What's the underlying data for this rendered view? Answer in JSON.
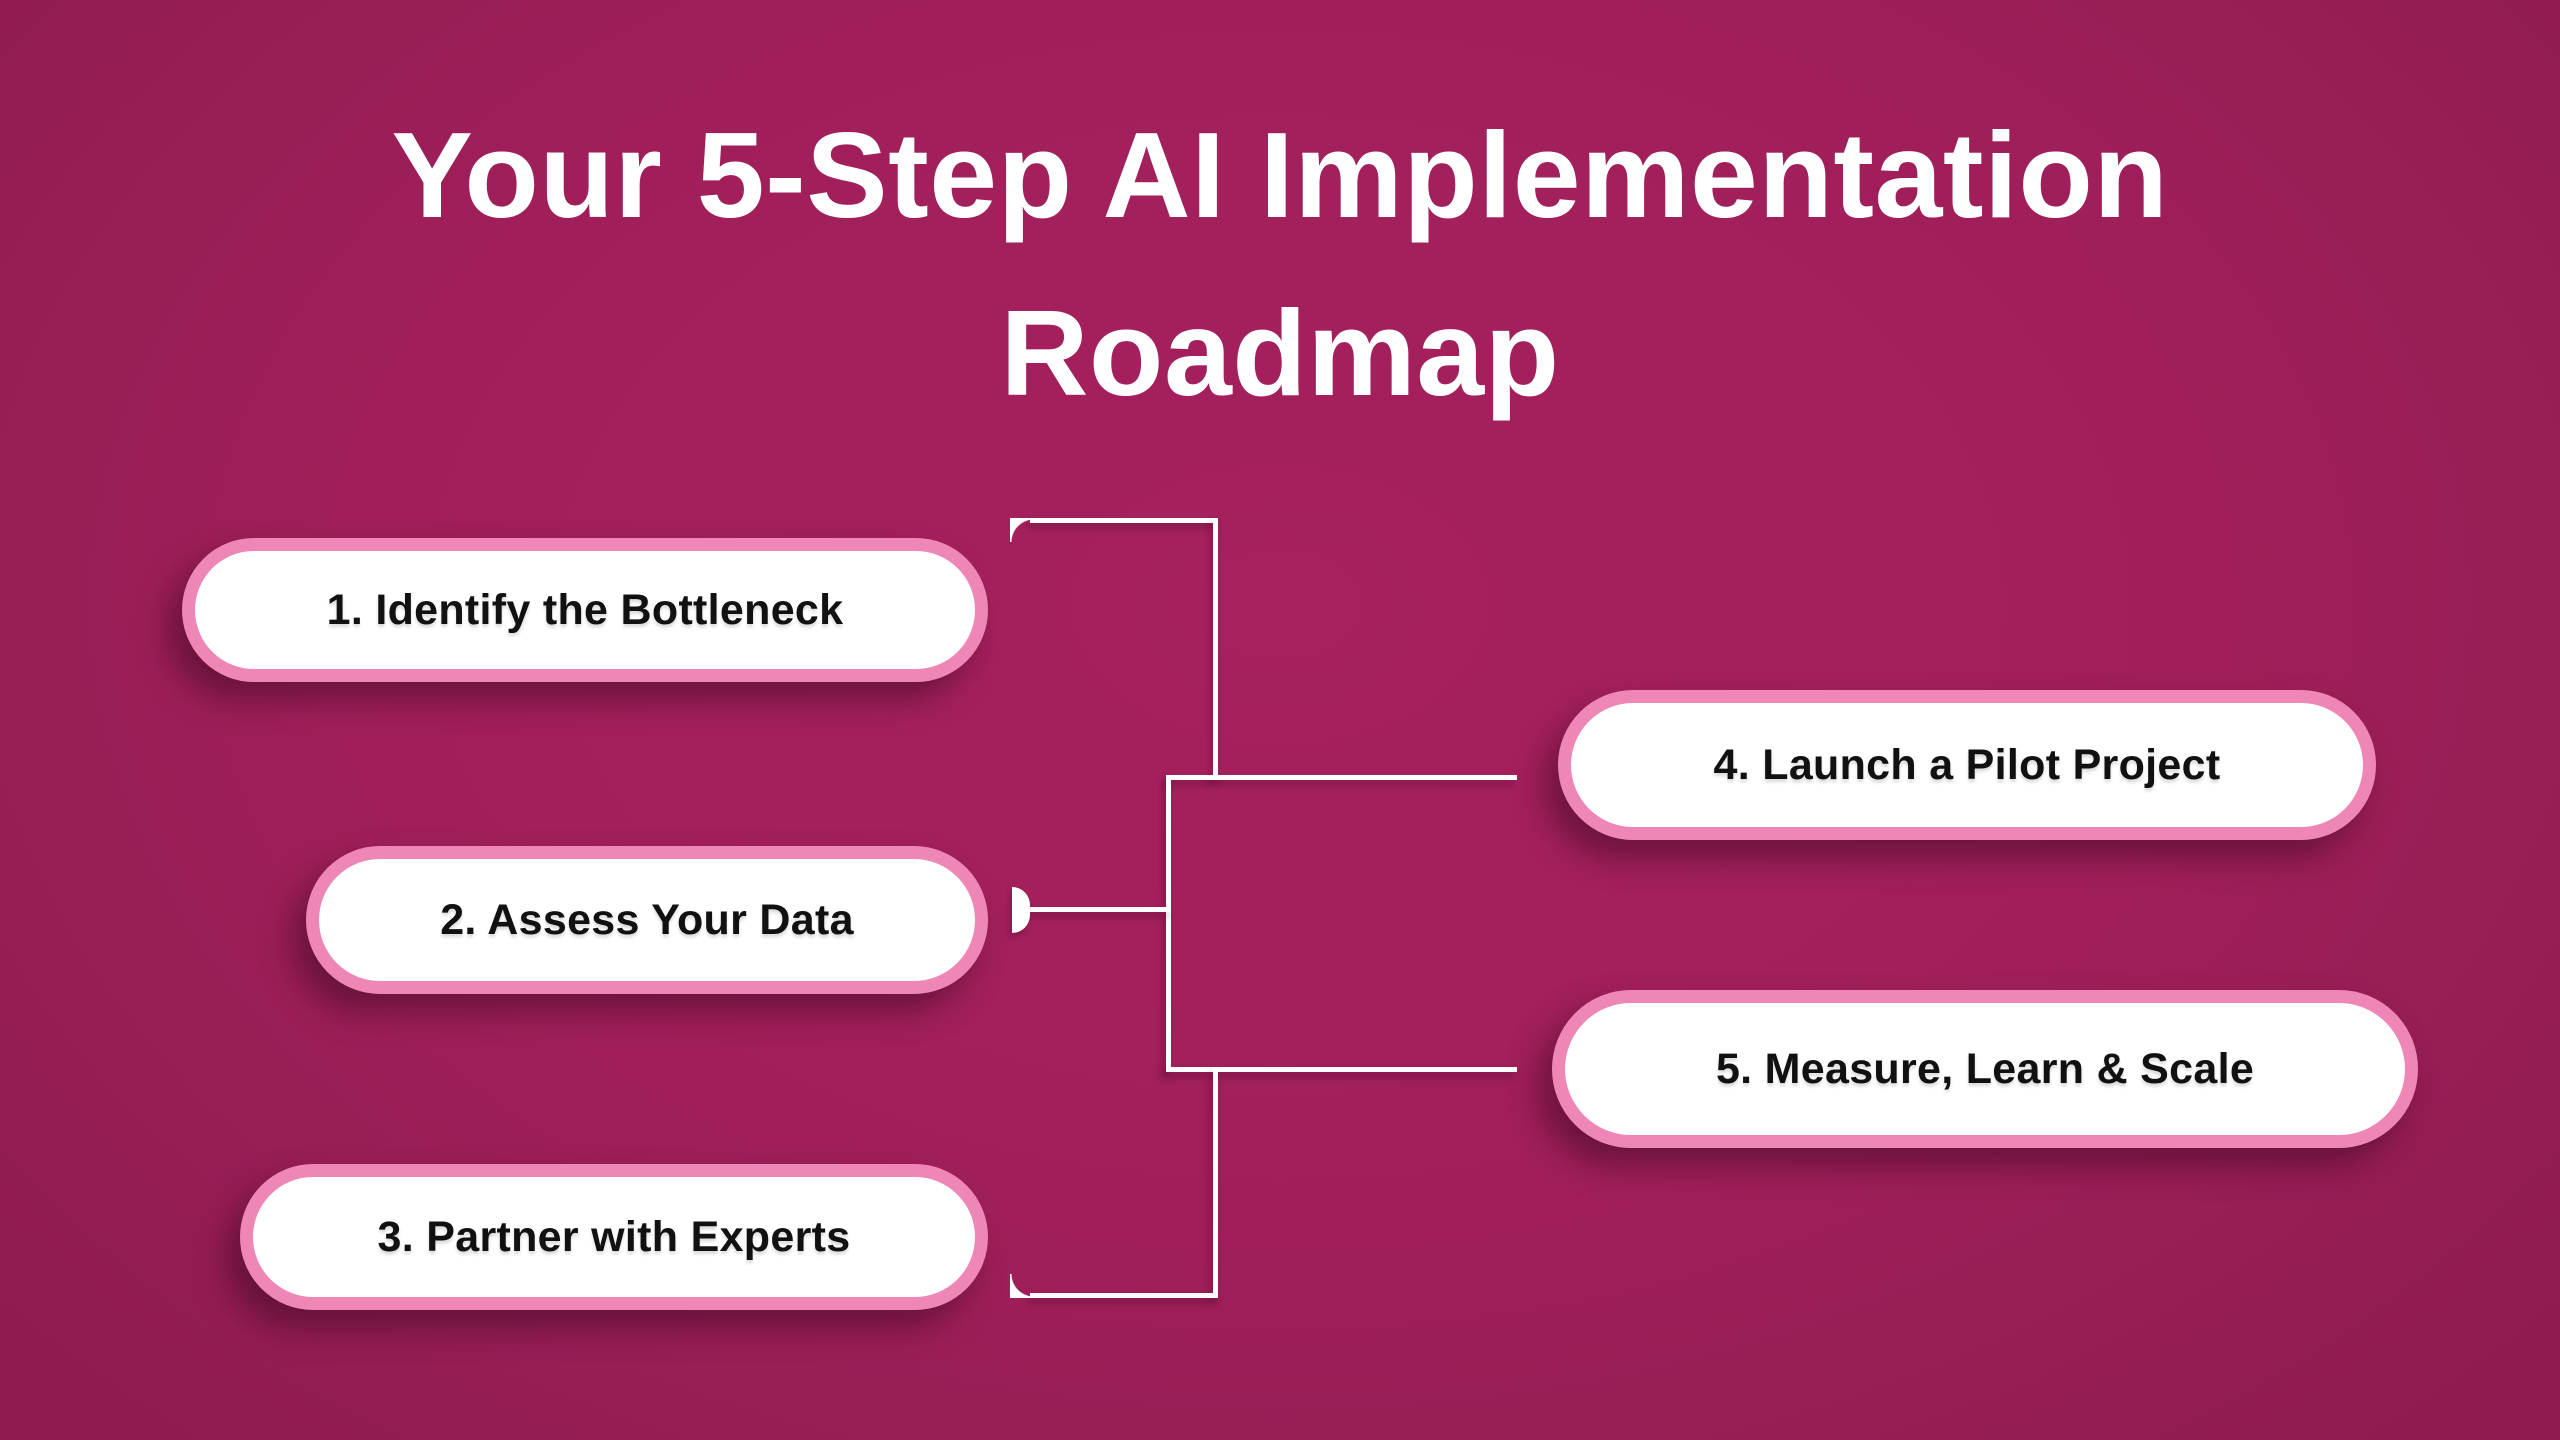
{
  "title": {
    "line1": "Your 5-Step AI Implementation",
    "line2": "Roadmap",
    "full": "Your 5-Step AI Implementation Roadmap"
  },
  "steps": [
    {
      "number": 1,
      "label": "1. Identify the Bottleneck",
      "side": "left"
    },
    {
      "number": 2,
      "label": "2. Assess Your Data",
      "side": "left"
    },
    {
      "number": 3,
      "label": "3. Partner with Experts",
      "side": "left"
    },
    {
      "number": 4,
      "label": "4. Launch a Pilot Project",
      "side": "right"
    },
    {
      "number": 5,
      "label": "5. Measure, Learn & Scale",
      "side": "right"
    }
  ],
  "colors": {
    "background": "#a6215e",
    "background_edge": "#8e1c50",
    "pill_fill": "#ffffff",
    "pill_ring": "#ee87b6",
    "pill_text": "#111111",
    "title_text": "#ffffff",
    "connector": "#ffffff"
  }
}
